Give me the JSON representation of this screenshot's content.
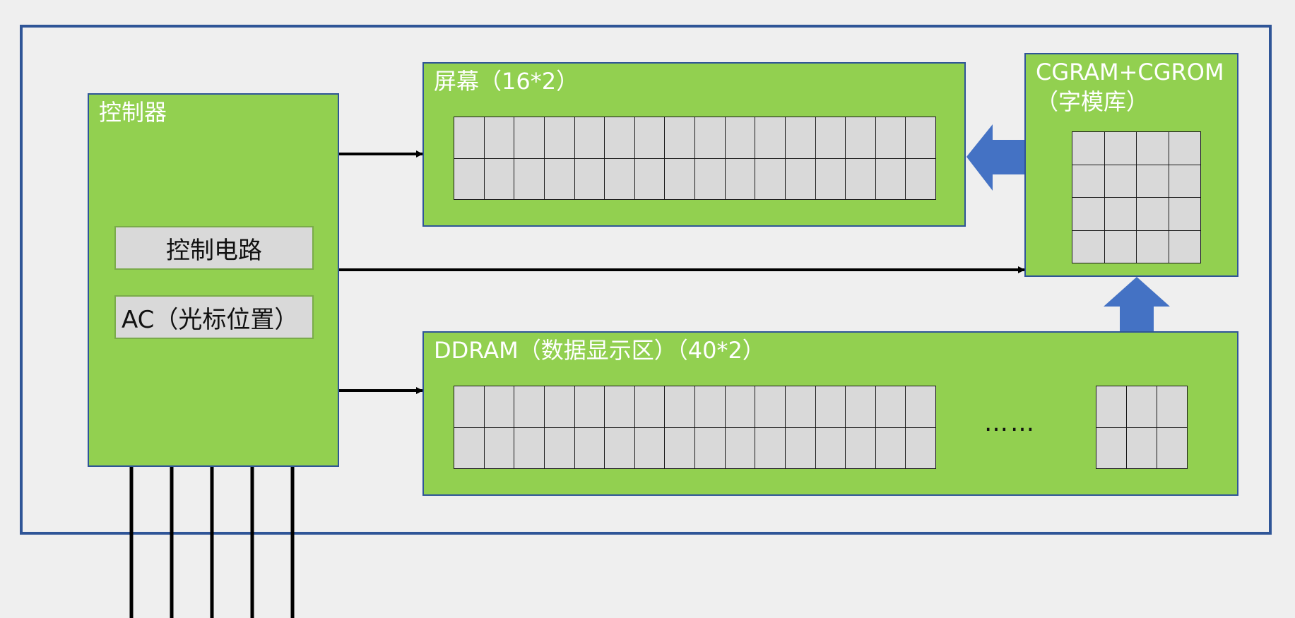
{
  "controller": {
    "title": "控制器",
    "control_circuit": "控制电路",
    "ac_cursor": "AC（光标位置）"
  },
  "screen": {
    "title": "屏幕（16*2）",
    "grid": {
      "cols": 16,
      "rows": 2
    }
  },
  "cgram": {
    "title_line1": "CGRAM+CGROM",
    "title_line2": "（字模库）",
    "grid": {
      "cols": 4,
      "rows": 4
    }
  },
  "ddram": {
    "title": "DDRAM（数据显示区）（40*2）",
    "grid_main": {
      "cols": 16,
      "rows": 2
    },
    "ellipsis": "……",
    "grid_tail": {
      "cols": 3,
      "rows": 2
    }
  },
  "colors": {
    "block_fill": "#92d050",
    "border": "#2f5597",
    "big_arrow": "#4472c4",
    "cell": "#d9d9d9",
    "line": "#000000"
  }
}
